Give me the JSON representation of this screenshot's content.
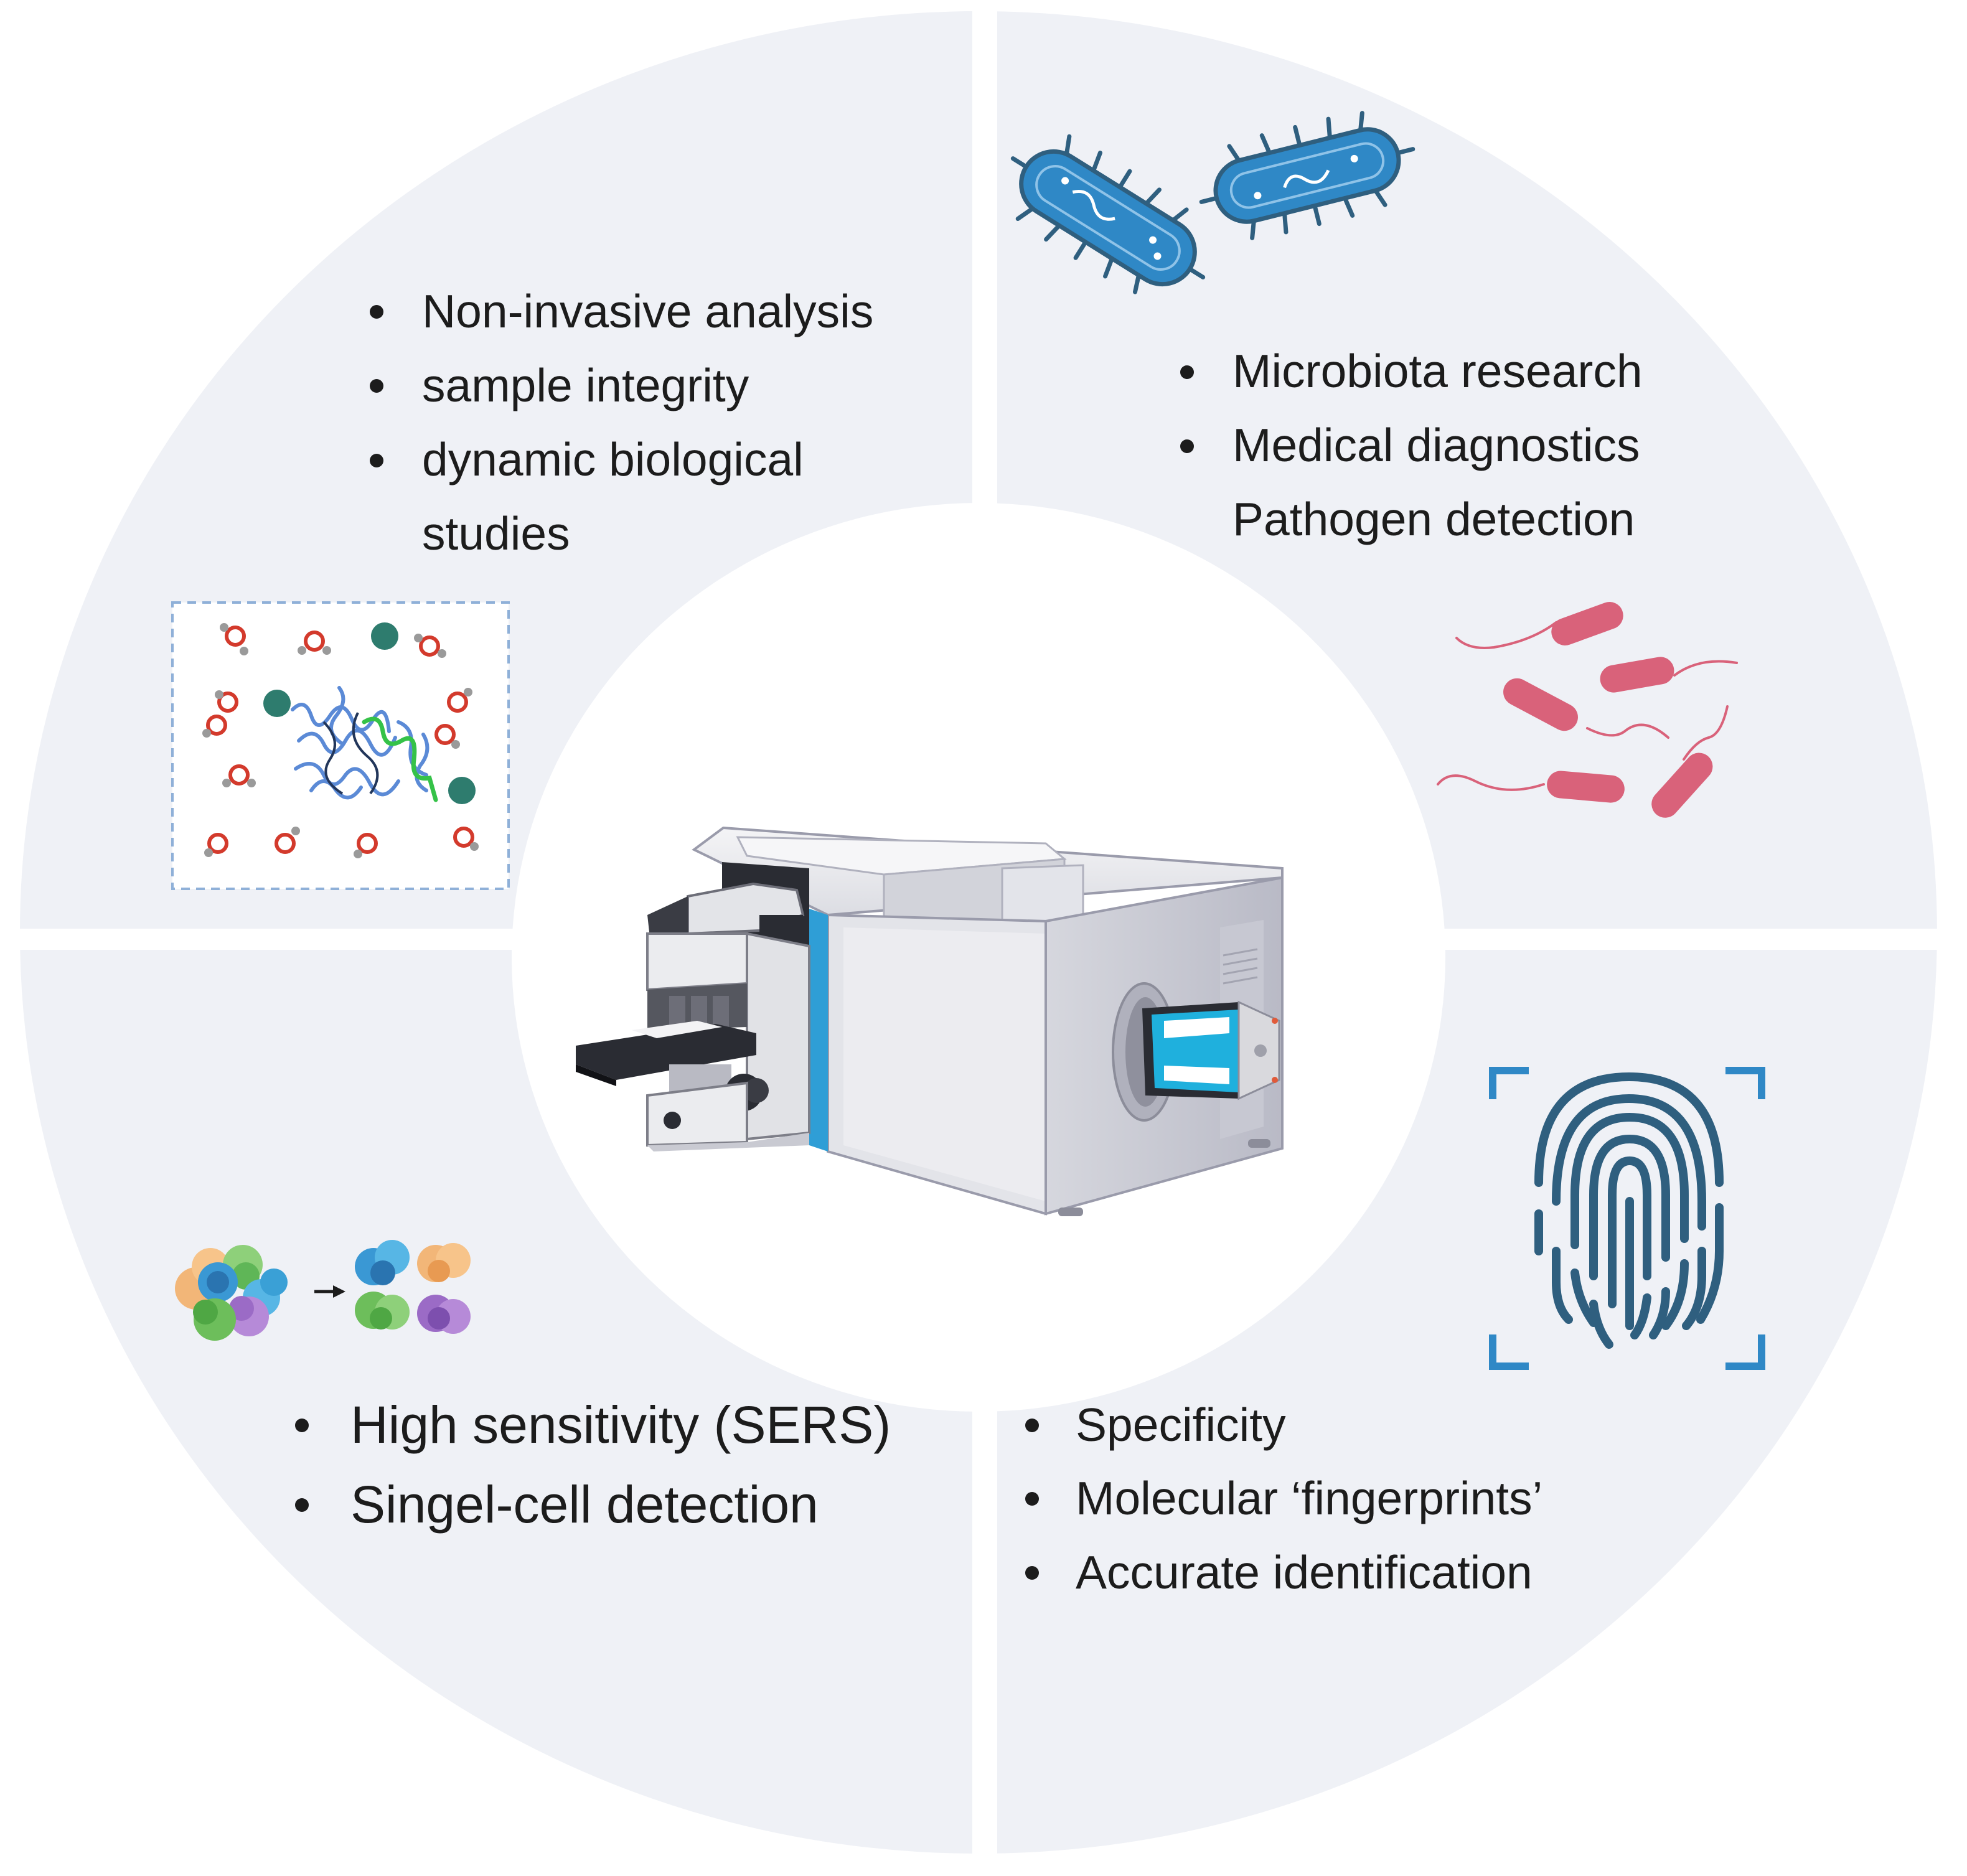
{
  "quadrants": {
    "top_left": {
      "bullets": [
        "Non-invasive analysis",
        "sample integrity",
        "dynamic biological"
      ],
      "continuation": "studies",
      "illustration": "protein-in-water-molecules"
    },
    "top_right": {
      "bullets": [
        "Microbiota research",
        "Medical diagnostics"
      ],
      "continuation": "Pathogen detection",
      "illustrations": [
        "bacteria-icon",
        "rod-bacteria-icon"
      ]
    },
    "bottom_left": {
      "bullets": [
        "High sensitivity (SERS)",
        "Singel-cell detection"
      ],
      "illustration": "cell-sorting-icon"
    },
    "bottom_right": {
      "bullets": [
        "Specificity",
        "Molecular ‘fingerprints’",
        "Accurate identification"
      ],
      "illustration": "fingerprint-scan-icon"
    }
  },
  "center": {
    "illustration": "raman-microscope-icon"
  },
  "colors": {
    "quadrant_fill": "#eff1f6",
    "bacteria_blue": "#2f88c6",
    "bacteria_pink": "#d9627a",
    "fingerprint": "#2f5f7f",
    "scan_corners": "#2f88c6",
    "text": "#1c1c1c"
  }
}
